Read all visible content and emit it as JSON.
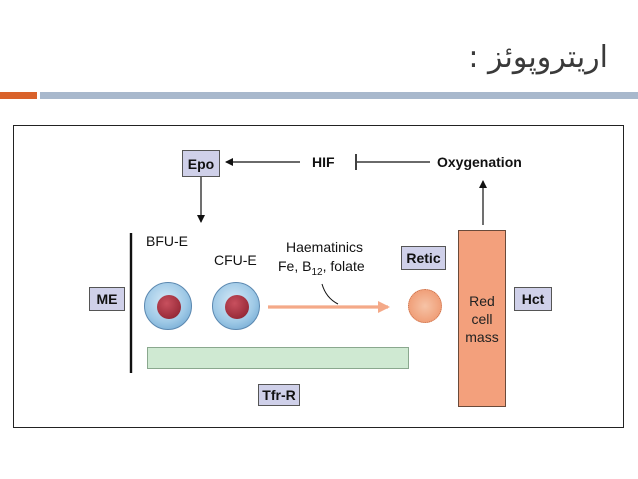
{
  "slide": {
    "title": "اریتروپوئز :"
  },
  "diagram": {
    "nodes": {
      "epo": "Epo",
      "hif": "HIF",
      "oxygenation": "Oxygenation",
      "me": "ME",
      "bfu_e": "BFU-E",
      "cfu_e": "CFU-E",
      "retic": "Retic",
      "hct": "Hct",
      "tfr_r": "Tfr-R",
      "red_cell_mass": [
        "Red",
        "cell",
        "mass"
      ]
    },
    "haematinics": {
      "line1": "Haematinics",
      "line2_prefix": "Fe, B",
      "line2_sub": "12",
      "line2_suffix": ", folate"
    }
  },
  "colors": {
    "accent": "#d9622b",
    "rule": "#a8b8cc",
    "box_fill": "#cfd0e9",
    "red_cell_mass_fill": "#f3a07c",
    "tfr_bar_fill": "#cfe9d2",
    "arrow_salmon": "#f4a988"
  }
}
